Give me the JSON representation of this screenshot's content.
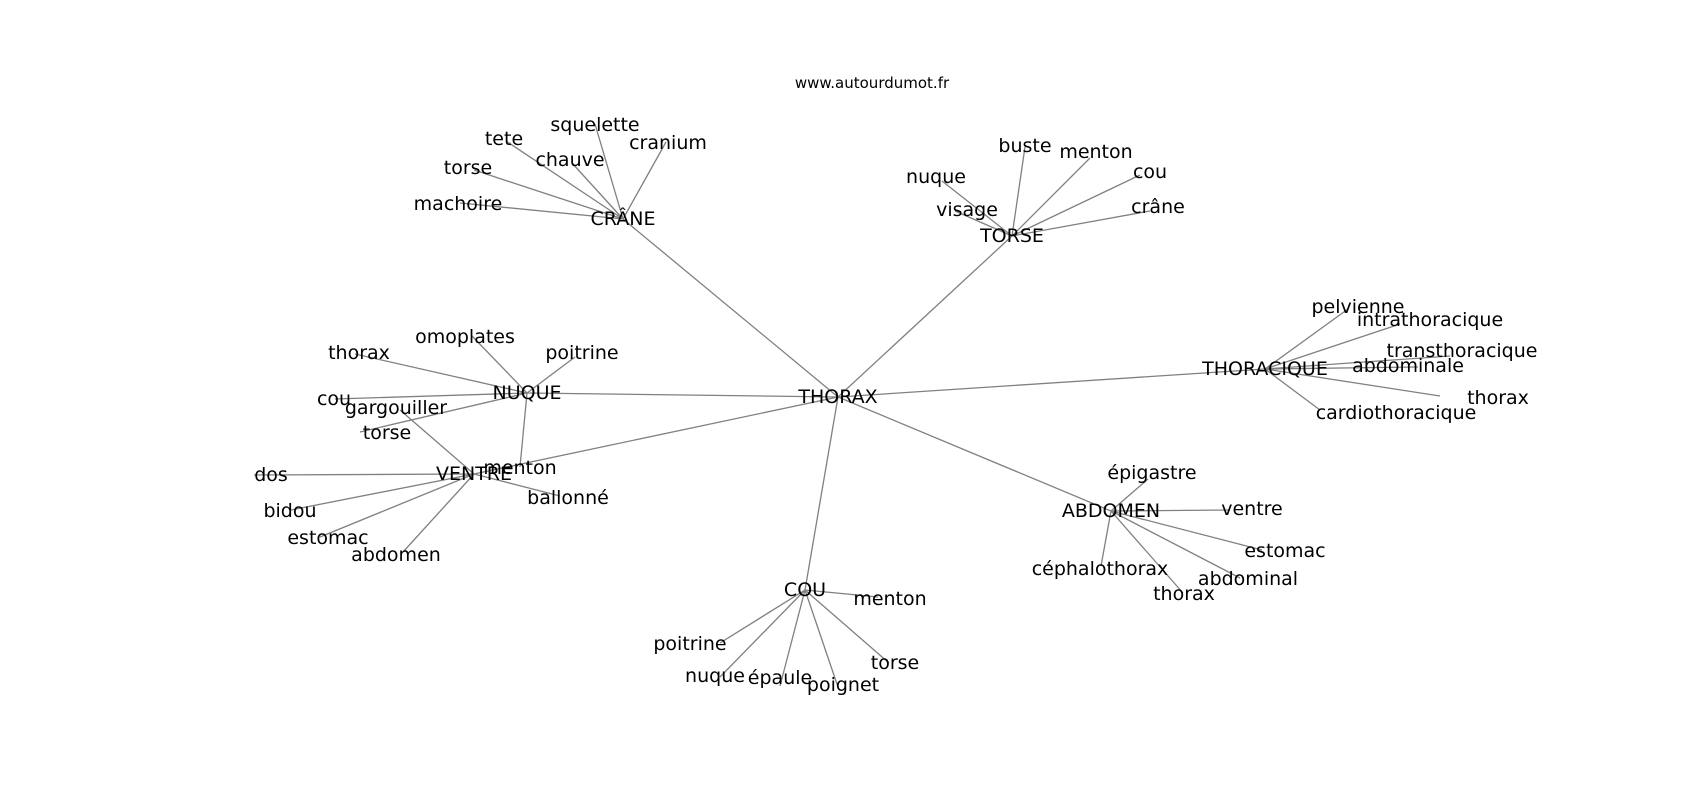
{
  "site": "www.autourdumot.fr",
  "center": "THORAX",
  "hubs": [
    {
      "id": "crane",
      "label": "CRÂNE",
      "leaves": [
        "squelette",
        "tete",
        "cranium",
        "chauve",
        "torse",
        "machoire"
      ]
    },
    {
      "id": "torse",
      "label": "TORSE",
      "leaves": [
        "buste",
        "menton",
        "nuque",
        "cou",
        "visage",
        "crâne"
      ]
    },
    {
      "id": "thoracique",
      "label": "THORACIQUE",
      "leaves": [
        "pelvienne",
        "intrathoracique",
        "transthoracique",
        "abdominale",
        "thorax",
        "cardiothoracique"
      ]
    },
    {
      "id": "abdomen",
      "label": "ABDOMEN",
      "leaves": [
        "épigastre",
        "ventre",
        "estomac",
        "céphalothorax",
        "abdominal",
        "thorax"
      ]
    },
    {
      "id": "cou",
      "label": "COU",
      "leaves": [
        "menton",
        "poitrine",
        "torse",
        "nuque",
        "épaule",
        "poignet"
      ]
    },
    {
      "id": "ventre",
      "label": "VENTRE",
      "leaves": [
        "gargouiller",
        "dos",
        "ballonné",
        "bidou",
        "estomac",
        "abdomen"
      ]
    },
    {
      "id": "nuque",
      "label": "NUQUE",
      "leaves": [
        "omoplates",
        "thorax",
        "poitrine",
        "cou",
        "torse",
        "menton"
      ]
    }
  ]
}
